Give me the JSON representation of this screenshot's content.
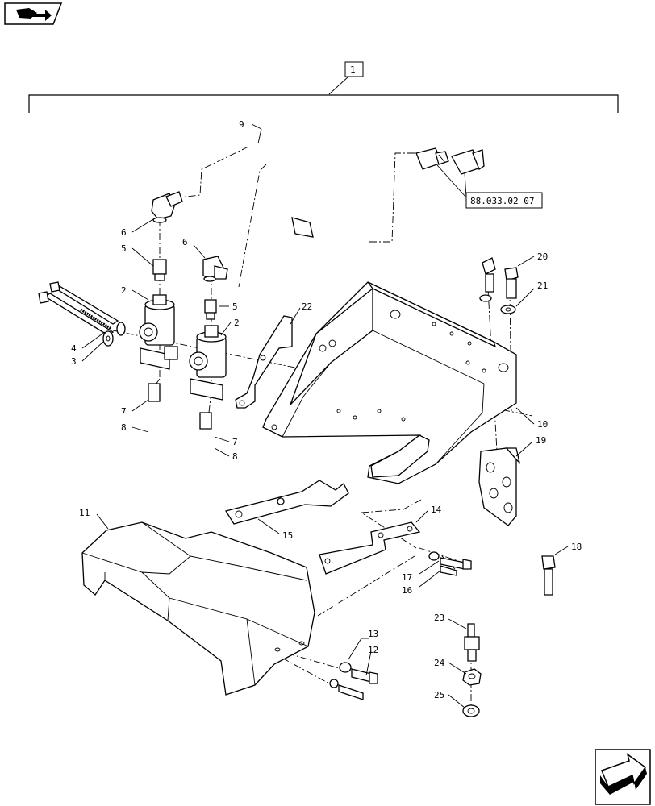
{
  "header": {
    "group_ref": "1"
  },
  "reference": {
    "label": "88.033.02 07"
  },
  "callouts": [
    "2",
    "2",
    "3",
    "4",
    "5",
    "5",
    "6",
    "6",
    "7",
    "7",
    "8",
    "8",
    "9",
    "10",
    "11",
    "12",
    "13",
    "14",
    "15",
    "16",
    "17",
    "18",
    "19",
    "20",
    "21",
    "22",
    "23",
    "24",
    "25"
  ],
  "icons": {
    "top_left": "book-arrow-icon",
    "bottom_right": "next-page-arrow-icon"
  }
}
